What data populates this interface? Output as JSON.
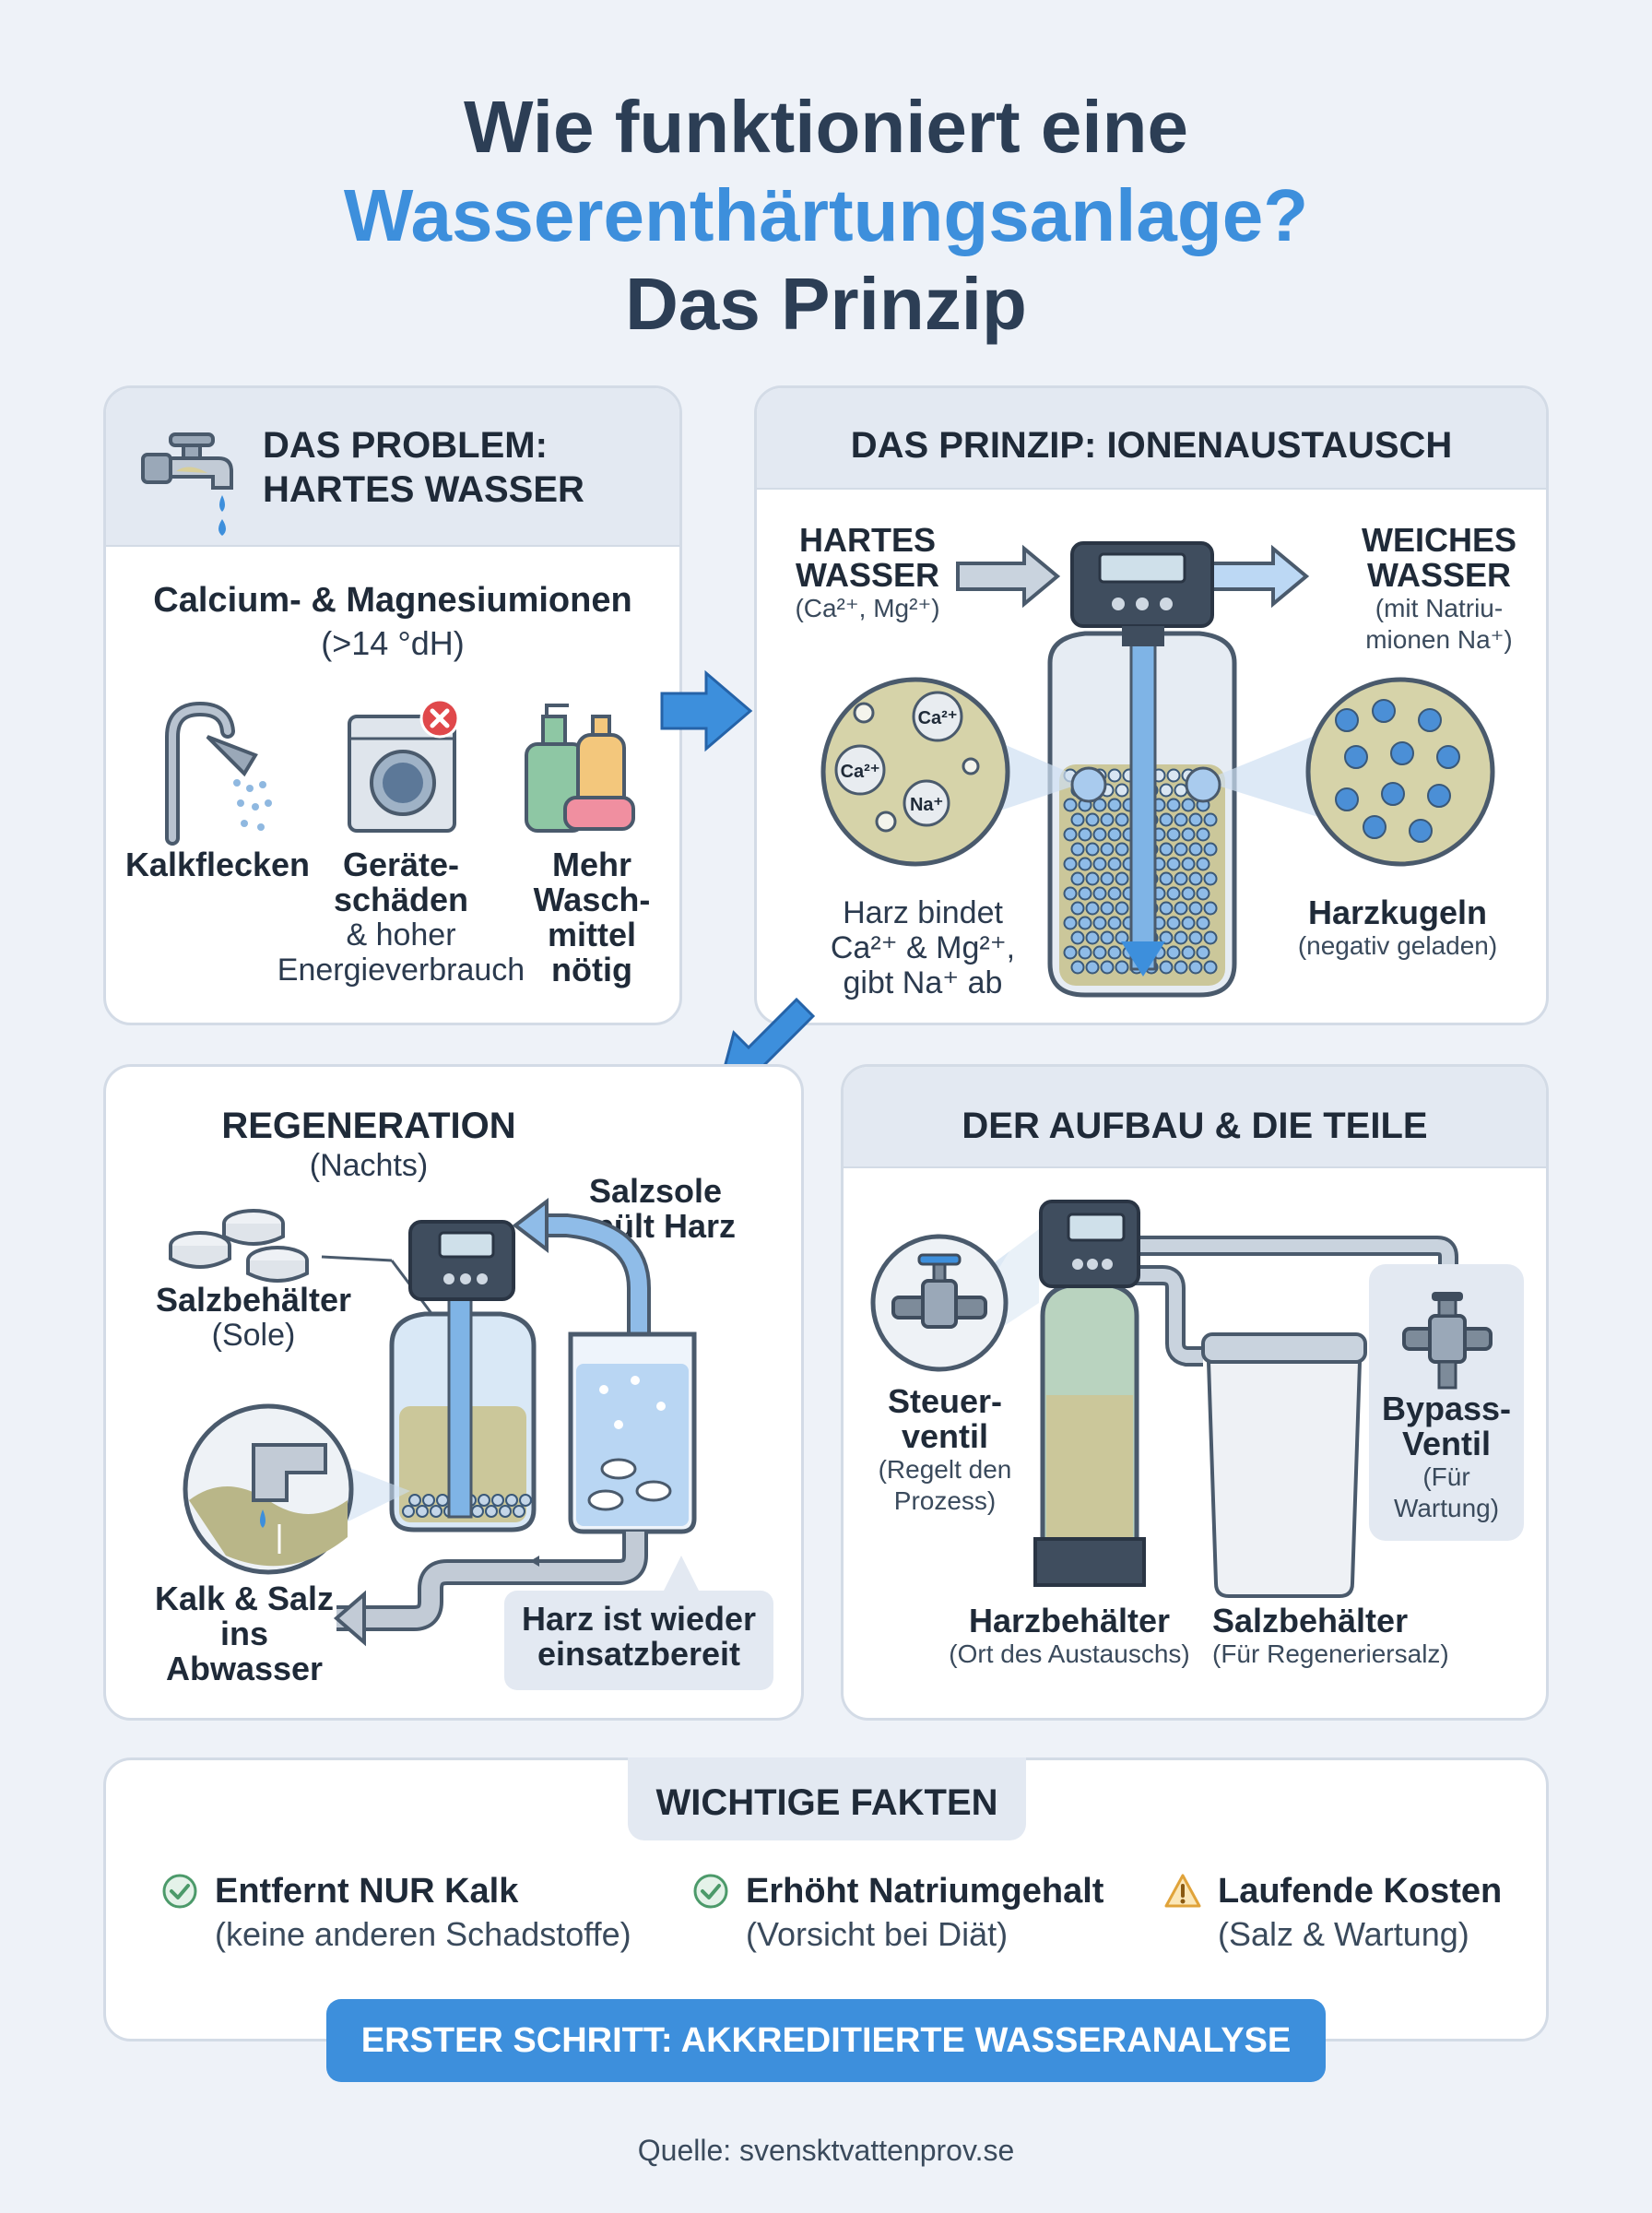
{
  "title": {
    "line1": "Wie funktioniert eine",
    "line2": "Wasserenthärtungsanlage?",
    "line3": "Das Prinzip"
  },
  "problem": {
    "heading_line1": "DAS PROBLEM:",
    "heading_line2": "HARTES WASSER",
    "ions": "Calcium- & Magnesiumionen",
    "hardness": "(>14 °dH)",
    "effect1": "Kalkflecken",
    "effect2_line1": "Geräte-",
    "effect2_line2": "schäden",
    "effect2_line3": "& hoher",
    "effect2_line4": "Energieverbrauch",
    "effect3_line1": "Mehr",
    "effect3_line2": "Wasch-",
    "effect3_line3": "mittel",
    "effect3_line4": "nötig"
  },
  "principle": {
    "heading": "DAS PRINZIP: IONENAUSTAUSCH",
    "hard_line1": "HARTES",
    "hard_line2": "WASSER",
    "hard_ions": "(Ca²⁺, Mg²⁺)",
    "soft_line1": "WEICHES",
    "soft_line2": "WASSER",
    "soft_sub1": "(mit Natriu-",
    "soft_sub2": "mionen Na⁺)",
    "ion_ca1": "Ca²⁺",
    "ion_ca2": "Ca²⁺",
    "ion_na": "Na⁺",
    "resin_note1": "Harz bindet",
    "resin_note2": "Ca²⁺ & Mg²⁺,",
    "resin_note3": "gibt Na⁺ ab",
    "beads": "Harzkugeln",
    "beads_sub": "(negativ geladen)"
  },
  "regeneration": {
    "heading": "REGENERATION",
    "subheading": "(Nachts)",
    "brine_line1": "Salzsole",
    "brine_line2": "spült Harz",
    "salt_tank": "Salzbehälter",
    "salt_tank_sub": "(Sole)",
    "drain_line1": "Kalk & Salz ins",
    "drain_line2": "Abwasser",
    "ready_line1": "Harz ist wieder",
    "ready_line2": "einsatzbereit"
  },
  "setup": {
    "heading": "DER AUFBAU & DIE TEILE",
    "valve_line1": "Steuer-",
    "valve_line2": "ventil",
    "valve_sub1": "(Regelt den",
    "valve_sub2": "Prozess)",
    "bypass_line1": "Bypass-",
    "bypass_line2": "Ventil",
    "bypass_sub1": "(Für",
    "bypass_sub2": "Wartung)",
    "resin_tank": "Harzbehälter",
    "resin_tank_sub": "(Ort des Austauschs)",
    "salt_tank": "Salzbehälter",
    "salt_tank_sub": "(Für Regeneriersalz)"
  },
  "facts": {
    "heading": "WICHTIGE FAKTEN",
    "items": [
      {
        "title": "Entfernt NUR Kalk",
        "sub": "(keine anderen Schadstoffe)",
        "icon": "check-icon"
      },
      {
        "title": "Erhöht Natriumgehalt",
        "sub": "(Vorsicht bei Diät)",
        "icon": "check-icon"
      },
      {
        "title": "Laufende Kosten",
        "sub": "(Salz & Wartung)",
        "icon": "warning-icon"
      }
    ],
    "cta": "ERSTER SCHRITT: AKKREDITIERTE WASSERANALYSE"
  },
  "source": "Quelle: svensktvattenprov.se",
  "colors": {
    "accent_blue": "#3d8fdc",
    "title_dark": "#2c3e55",
    "card_head": "#e3e9f2",
    "resin_tan": "#cbc79a",
    "check_green": "#4c9a6a",
    "warning_amber": "#e0a33a"
  }
}
